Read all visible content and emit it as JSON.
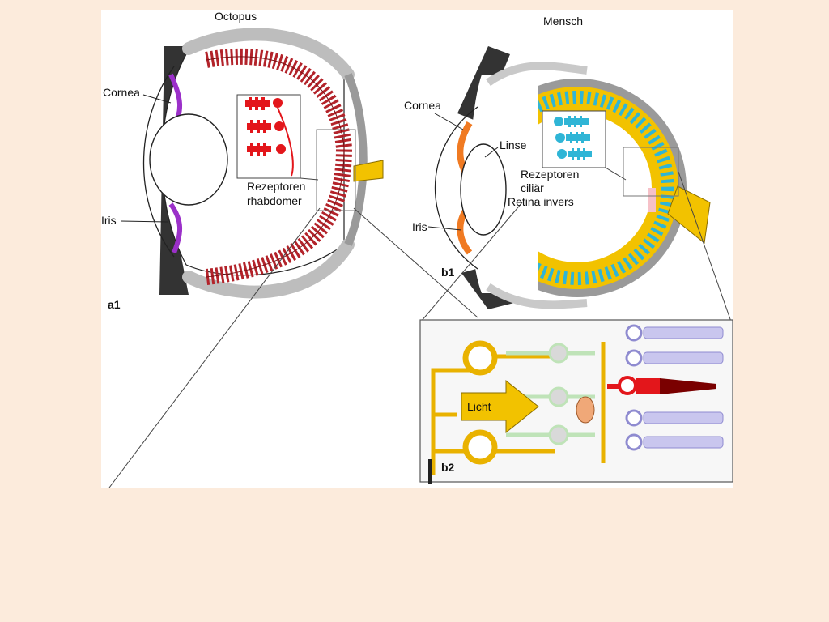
{
  "colors": {
    "page_background": "#fcebdc",
    "figure_background": "#ffffff",
    "sclera": "#c9c9c9",
    "dark_tissue": "#333333",
    "octopus_receptor": "#b3232a",
    "human_receptor": "#2fb5d6",
    "retina_yellow": "#f2c200",
    "cornea_purple": "#9b30c9",
    "iris_orange": "#f07a22",
    "rod_lavender": "#c9c6ee",
    "cone_red": "#e3161b",
    "bipolar_green": "#d5f0d0"
  },
  "labels": {
    "octopus": "Octopus",
    "mensch": "Mensch",
    "cornea_a": "Cornea",
    "iris_a": "Iris",
    "rezeptoren_a": "Rezeptoren",
    "rhabdomer": "rhabdomer",
    "panel_a1": "a1",
    "cornea_b": "Cornea",
    "linse": "Linse",
    "rezeptoren_b": "Rezeptoren",
    "ciliar": "ciliär",
    "retina_invers": "Retina invers",
    "iris_b": "Iris",
    "panel_b1": "b1",
    "licht": "Licht",
    "panel_b2": "b2"
  }
}
